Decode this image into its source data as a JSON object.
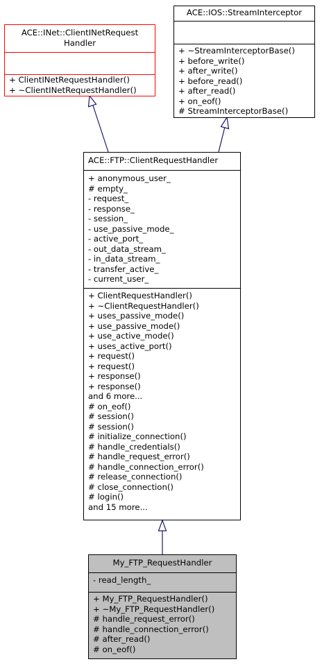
{
  "inet_handler": {
    "title_line1": "ACE::INet::ClientINetRequest",
    "title_line2": "Handler",
    "attributes": [],
    "methods": [
      "+ ClientINetRequestHandler()",
      "+ ~ClientINetRequestHandler()"
    ]
  },
  "stream_interceptor": {
    "title": "ACE::IOS::StreamInterceptor",
    "attributes": [],
    "methods": [
      "+ ~StreamInterceptorBase()",
      "+ before_write()",
      "+ after_write()",
      "+ before_read()",
      "+ after_read()",
      "+ on_eof()",
      "# StreamInterceptorBase()"
    ]
  },
  "ftp_handler": {
    "title": "ACE::FTP::ClientRequestHandler",
    "attributes": [
      "+ anonymous_user_",
      "# empty_",
      "- request_",
      "- response_",
      "- session_",
      "- use_passive_mode_",
      "- active_port_",
      "- out_data_stream_",
      "- in_data_stream_",
      "- transfer_active_",
      "- current_user_"
    ],
    "methods": [
      "+ ClientRequestHandler()",
      "+ ~ClientRequestHandler()",
      "+ uses_passive_mode()",
      "+ use_passive_mode()",
      "+ use_active_mode()",
      "+ uses_active_port()",
      "+ request()",
      "+ request()",
      "+ response()",
      "+ response()",
      "and 6 more...",
      "# on_eof()",
      "# session()",
      "# session()",
      "# initialize_connection()",
      "# handle_credentials()",
      "# handle_request_error()",
      "# handle_connection_error()",
      "# release_connection()",
      "# close_connection()",
      "# login()",
      "and 15 more..."
    ]
  },
  "my_handler": {
    "title": "My_FTP_RequestHandler",
    "attributes": [
      "- read_length_"
    ],
    "methods": [
      "+ My_FTP_RequestHandler()",
      "+ ~My_FTP_RequestHandler()",
      "# handle_request_error()",
      "# handle_connection_error()",
      "# after_read()",
      "# on_eof()"
    ]
  },
  "colors": {
    "edge": "#191970",
    "border": "#000000",
    "inherited_border": "#ff0000",
    "focus_fill": "#bfbfbf"
  }
}
